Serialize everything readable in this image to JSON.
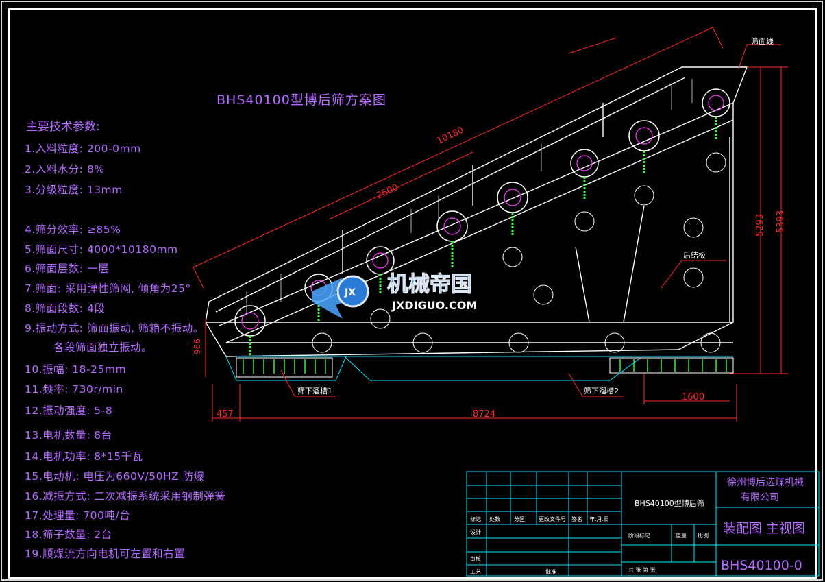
{
  "drawing_title": "BHS40100型博后筛方案图",
  "params_heading": "主要技术参数:",
  "params": [
    "1.入料粒度:  200-0mm",
    "2.入料水分: 8%",
    "3.分级粒度: 13mm",
    "4.筛分效率: ≥85%",
    "5.筛面尺寸: 4000*10180mm",
    "6.筛面层数: 一层",
    "7.筛面: 采用弹性筛网, 倾角为25°",
    "8.筛面段数: 4段",
    "9.振动方式: 筛面振动, 筛箱不振动。",
    "各段筛面独立振动。",
    "10.振幅: 18-25mm",
    "11.频率: 730r/min",
    "12.振动强度: 5-8",
    "13.电机数量: 8台",
    "14.电机功率: 8*15千瓦",
    "15.电动机: 电压为660V/50HZ  防爆",
    "16.减振方式: 二次减振系统采用钢制弹簧",
    "17.处理量: 700吨/台",
    "18.筛子数量: 2台",
    "19.顺煤流方向电机可左置和右置"
  ],
  "dimensions": {
    "total_length": "10180",
    "segment": "2500",
    "height_1": "5293",
    "height_2": "5393",
    "left_height": "986",
    "base_length": "8724",
    "left_offset": "457",
    "right_offset": "1600"
  },
  "labels": {
    "screen_line": "筛面线",
    "rear_plate": "后结板",
    "chute_1": "筛下溜槽1",
    "chute_2": "筛下溜槽2"
  },
  "watermark": {
    "logo_text": "机械帝国",
    "site": "JXDIGUO.COM",
    "badge": "JX"
  },
  "title_block": {
    "company_line1": "徐州博后选煤机械",
    "company_line2": "有限公司",
    "product": "BHS40100型博后筛",
    "drawing_name": "装配图 主视图",
    "drawing_number": "BHS40100-0",
    "row_labels": [
      "标记",
      "处数",
      "分区",
      "更改文件号",
      "签名",
      "年.月.日"
    ],
    "design": "设计",
    "review": "审核",
    "process": "工艺",
    "approve": "批准",
    "stage_mark": "阶段标记",
    "weight": "重量",
    "scale": "比例",
    "sheets": "共    张    第    张"
  },
  "colors": {
    "line": "#ffffff",
    "text": "#b46bff",
    "cyan": "#00e5ff",
    "red": "#ff2a2a",
    "green": "#3cff3c",
    "magenta": "#ff3cff",
    "yellow": "#ffe600"
  }
}
